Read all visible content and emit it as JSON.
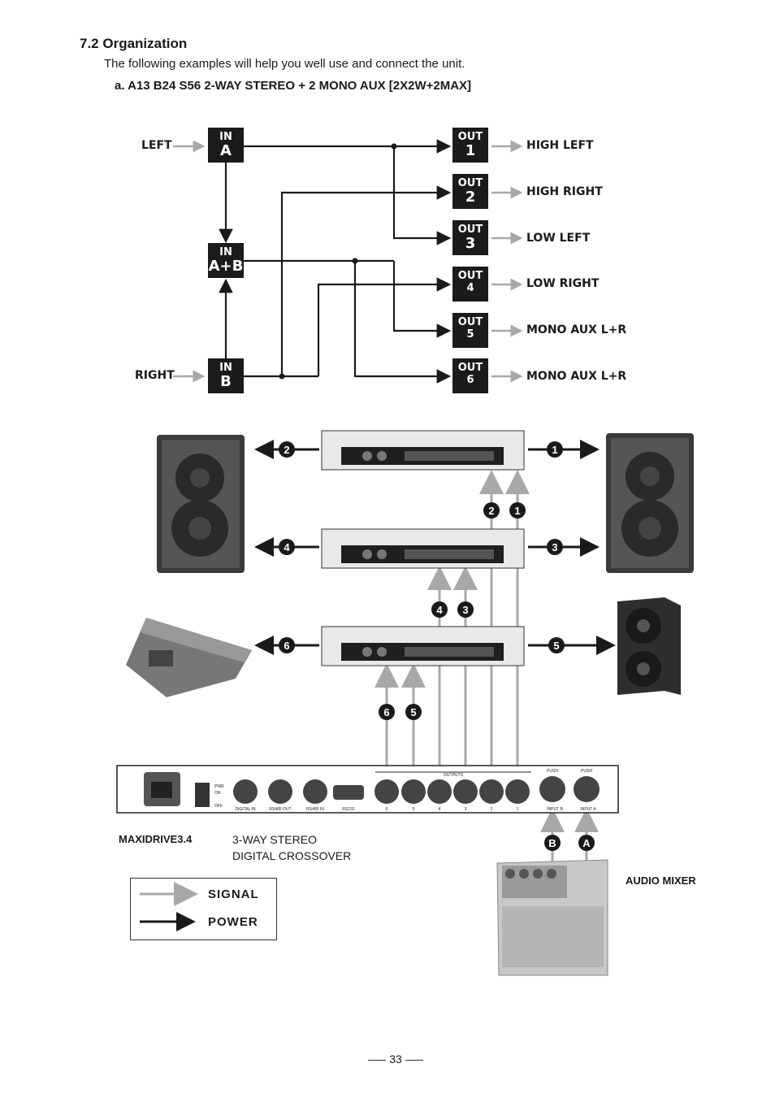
{
  "section_title": "7.2 Organization",
  "intro": "The following examples will help you well use and connect the unit.",
  "subheading": "a. A13 B24 S56 2-WAY STEREO + 2 MONO AUX [2X2W+2MAX]",
  "inputs": {
    "left_label": "LEFT",
    "right_label": "RIGHT",
    "in_a": {
      "top": "IN",
      "bottom": "A"
    },
    "in_ab": {
      "top": "IN",
      "bottom": "A+B"
    },
    "in_b": {
      "top": "IN",
      "bottom": "B"
    }
  },
  "outputs": [
    {
      "top": "OUT",
      "num": "1",
      "label": "HIGH LEFT"
    },
    {
      "top": "OUT",
      "num": "2",
      "label": "HIGH RIGHT"
    },
    {
      "top": "OUT",
      "num": "3",
      "label": "LOW LEFT"
    },
    {
      "top": "OUT",
      "num": "4",
      "label": "LOW RIGHT"
    },
    {
      "top": "OUT",
      "num": "5",
      "label": "MONO AUX L+R"
    },
    {
      "top": "OUT",
      "num": "6",
      "label": "MONO AUX L+R"
    }
  ],
  "badges": {
    "b1": "1",
    "b2": "2",
    "b3": "3",
    "b4": "4",
    "b5": "5",
    "b6": "6",
    "bA": "A",
    "bB": "B"
  },
  "crossover": {
    "outputs_label": "OUTPUTS",
    "ports": [
      "DIGITAL IN",
      "RS485 OUT",
      "RS485 IN",
      "RS232",
      "6",
      "5",
      "4",
      "3",
      "2",
      "1",
      "INPUT B",
      "INPUT A"
    ],
    "power": [
      "PWR",
      "ON",
      "OFF"
    ],
    "push": "PUSH"
  },
  "model": "MAXIDRIVE3.4",
  "description_line1": "3-WAY STEREO",
  "description_line2": "DIGITAL CROSSOVER",
  "mixer_label": "AUDIO MIXER",
  "legend": {
    "signal": "SIGNAL",
    "power": "POWER"
  },
  "page_number": "33",
  "colors": {
    "signal_arrow": "#a8a8a8",
    "power_arrow": "#1a1a1a",
    "box_fill": "#1b1b1b"
  }
}
